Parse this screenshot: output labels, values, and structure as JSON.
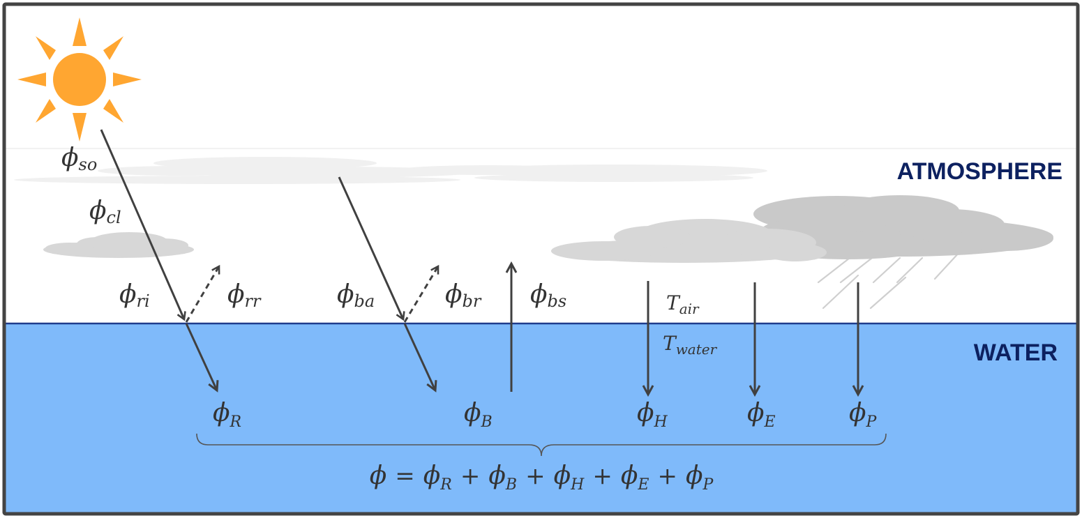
{
  "zones": {
    "atmosphere": "ATMOSPHERE",
    "water": "WATER"
  },
  "colors": {
    "sky": "#ffffff",
    "water": "#7fbafa",
    "water_line": "#1f3c8c",
    "sun": "#ffa631",
    "arrow": "#404040",
    "cloud_thin": "#f0f0f0",
    "cloud_light": "#d7d7d7",
    "cloud_dark": "#c9c9c9",
    "rain": "#cfcfcf",
    "frame": "#444444",
    "zone_text": "#0d2160"
  },
  "icons": {
    "sun": "sun-icon",
    "clouds": "cloud-icon",
    "rain": "rain-icon"
  },
  "labels": {
    "so": {
      "base": "ϕ",
      "sub": "so"
    },
    "cl": {
      "base": "ϕ",
      "sub": "cl"
    },
    "ri": {
      "base": "ϕ",
      "sub": "ri"
    },
    "rr": {
      "base": "ϕ",
      "sub": "rr"
    },
    "ba": {
      "base": "ϕ",
      "sub": "ba"
    },
    "br": {
      "base": "ϕ",
      "sub": "br"
    },
    "bs": {
      "base": "ϕ",
      "sub": "bs"
    },
    "tair": {
      "base": "T",
      "sub": "air"
    },
    "twater": {
      "base": "T",
      "sub": "water"
    },
    "R": {
      "base": "ϕ",
      "sub": "R"
    },
    "B": {
      "base": "ϕ",
      "sub": "B"
    },
    "H": {
      "base": "ϕ",
      "sub": "H"
    },
    "E": {
      "base": "ϕ",
      "sub": "E"
    },
    "P": {
      "base": "ϕ",
      "sub": "P"
    }
  },
  "equation": {
    "lhs": "ϕ",
    "equals": "=",
    "plus": "+",
    "terms": [
      {
        "base": "ϕ",
        "sub": "R"
      },
      {
        "base": "ϕ",
        "sub": "B"
      },
      {
        "base": "ϕ",
        "sub": "H"
      },
      {
        "base": "ϕ",
        "sub": "E"
      },
      {
        "base": "ϕ",
        "sub": "P"
      }
    ]
  }
}
